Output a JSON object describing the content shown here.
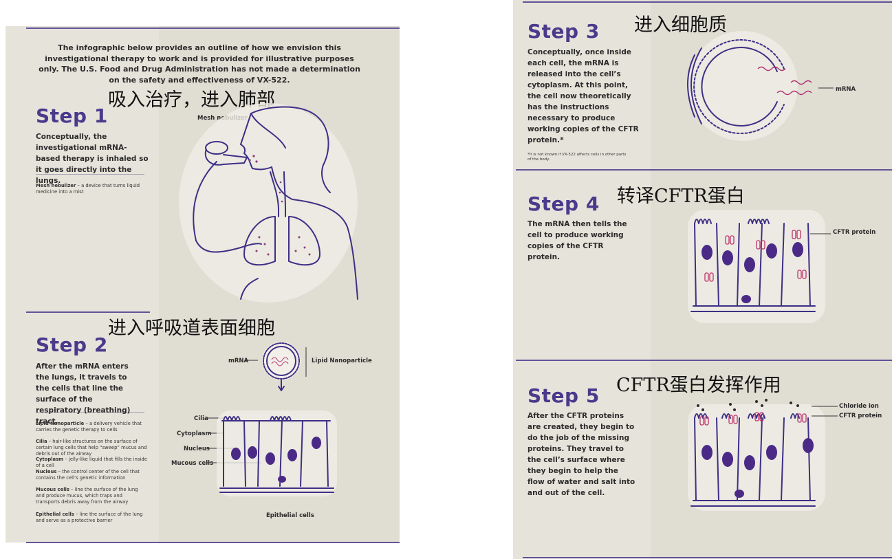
{
  "intro": "The infographic below provides an outline of how we envision this investigational therapy to work and is provided for illustrative purposes only. The U.S. Food and Drug Administration has not made a determination on the safety and effectiveness of VX-522.",
  "steps": [
    {
      "title": "Step 1",
      "chinese": "吸入治疗，进入肺部",
      "body": "Conceptually, the investigational mRNA-based therapy is inhaled so it goes directly into the lungs.",
      "definitions": [
        {
          "term": "Mesh nebulizer",
          "text": " – a device that turns liquid medicine into a mist"
        }
      ],
      "labels": [
        "Mesh nebulizer"
      ]
    },
    {
      "title": "Step 2",
      "chinese": "进入呼吸道表面细胞",
      "body": "After the mRNA enters the lungs, it travels to the cells that line the surface of the respiratory (breathing) tract.",
      "definitions": [
        {
          "term": "Lipid Nanoparticle",
          "text": " – a delivery vehicle that carries the genetic therapy to cells"
        },
        {
          "term": "Cilia",
          "text": " – hair-like structures on the surface of certain lung cells that help “sweep” mucus and debris out of the airway"
        },
        {
          "term": "Cytoplasm",
          "text": " – jelly-like liquid that fills the inside of a cell"
        },
        {
          "term": "Nucleus",
          "text": " – the control center of the cell that contains the cell’s genetic information"
        },
        {
          "term": "Mucous cells",
          "text": " – line the surface of the lung and produce mucus, which traps and transports debris away from the airway"
        },
        {
          "term": "Epithelial cells",
          "text": " – line the surface of the lung and serve as a protective barrier"
        }
      ],
      "labels": [
        "mRNA",
        "Lipid Nanoparticle",
        "Cilia",
        "Cytoplasm",
        "Nucleus",
        "Mucous cells",
        "Epithelial cells"
      ]
    },
    {
      "title": "Step 3",
      "chinese": "进入细胞质",
      "body": "Conceptually, once inside each cell, the mRNA is released into the cell’s cytoplasm. At this point, the cell now theoretically has the instructions necessary to produce working copies of the CFTR protein.*",
      "footnote": "*It is not known if VX-522 affects cells in other parts of the body.",
      "labels": [
        "mRNA"
      ]
    },
    {
      "title": "Step 4",
      "chinese": "转译CFTR蛋白",
      "body": "The mRNA then tells the cell to produce working copies of the CFTR protein.",
      "labels": [
        "CFTR protein"
      ]
    },
    {
      "title": "Step 5",
      "chinese": "CFTR蛋白发挥作用",
      "body": "After the CFTR proteins are created, they begin to do the job of the missing proteins. They travel to the cell’s surface where they begin to help the flow of water and salt into and out of the cell.",
      "labels": [
        "Chloride ion",
        "CFTR protein"
      ]
    }
  ],
  "colors": {
    "accent": "#4a3a8c",
    "pink": "#c0306a",
    "paper": "#e6e3da"
  }
}
